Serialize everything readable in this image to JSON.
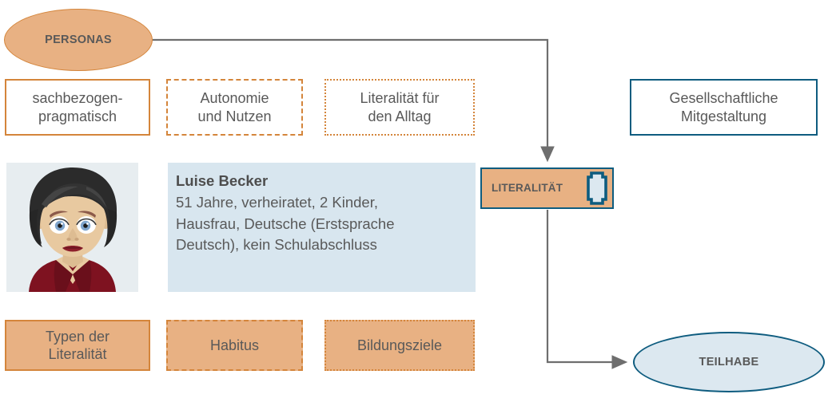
{
  "diagram": {
    "title_nodes": {
      "personas": "PERSONAS",
      "teilhabe": "TEILHABE",
      "literalitaet": "LITERALITÄT"
    },
    "top_row": [
      {
        "label": "sachbezogen-\npragmatisch",
        "border_style": "solid",
        "fill": "#FFFFFF",
        "border_color": "#D4853B"
      },
      {
        "label": "Autonomie\nund Nutzen",
        "border_style": "dashed",
        "fill": "#FFFFFF",
        "border_color": "#D4853B"
      },
      {
        "label": "Literalität für\nden Alltag",
        "border_style": "dotted",
        "fill": "#FFFFFF",
        "border_color": "#D4853B"
      }
    ],
    "bottom_row": [
      {
        "label": "Typen der\nLiteralität",
        "border_style": "solid",
        "fill": "#E8B183",
        "border_color": "#D4853B"
      },
      {
        "label": "Habitus",
        "border_style": "dashed",
        "fill": "#E8B183",
        "border_color": "#D4853B"
      },
      {
        "label": "Bildungsziele",
        "border_style": "dotted",
        "fill": "#E8B183",
        "border_color": "#D4853B"
      }
    ],
    "outcome_box": {
      "label": "Gesellschaftliche\nMitgestaltung",
      "border_color": "#0E5C7F",
      "fill": "#FFFFFF"
    },
    "persona": {
      "name": "Luise Becker",
      "details": "51 Jahre, verheiratet, 2 Kinder,\nHausfrau, Deutsche (Erstsprache\nDeutsch), kein Schulabschluss",
      "avatar_alt": "woman-avatar",
      "avatar_panel_color": "#E7EDF0",
      "text_panel_color": "#D8E6EF"
    },
    "icons": {
      "document": "document-icon"
    },
    "colors": {
      "orange_fill": "#E8B183",
      "orange_border": "#D4853B",
      "teal_border": "#0E5C7F",
      "light_blue_fill": "#DCE8F0",
      "connector": "#6E6E6E",
      "text": "#595959"
    },
    "connectors": [
      {
        "name": "personas-to-literalitaet",
        "from": "PERSONAS",
        "to": "LITERALITÄT"
      },
      {
        "name": "literalitaet-to-teilhabe",
        "from": "LITERALITÄT",
        "to": "TEILHABE"
      }
    ]
  }
}
